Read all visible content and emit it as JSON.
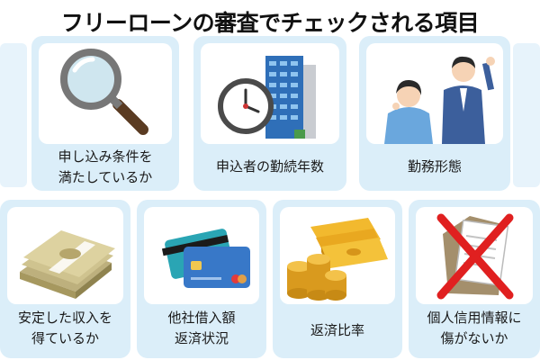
{
  "title": "フリーローンの審査でチェックされる項目",
  "accent_color": "#dbeef9",
  "items": [
    {
      "label": "申し込み条件を\n満たしているか",
      "icon": "magnifying-glass-icon"
    },
    {
      "label": "申込者の勤続年数",
      "icon": "clock-and-office-building-icon"
    },
    {
      "label": "勤務形態",
      "icon": "business-people-icon"
    },
    {
      "label": "安定した収入を\n得ているか",
      "icon": "money-bundle-icon"
    },
    {
      "label": "他社借入額\n返済状況",
      "icon": "credit-cards-icon"
    },
    {
      "label": "返済比率",
      "icon": "gold-coins-and-bills-icon"
    },
    {
      "label": "個人信用情報に\n傷がないか",
      "icon": "crossed-out-documents-icon"
    }
  ]
}
